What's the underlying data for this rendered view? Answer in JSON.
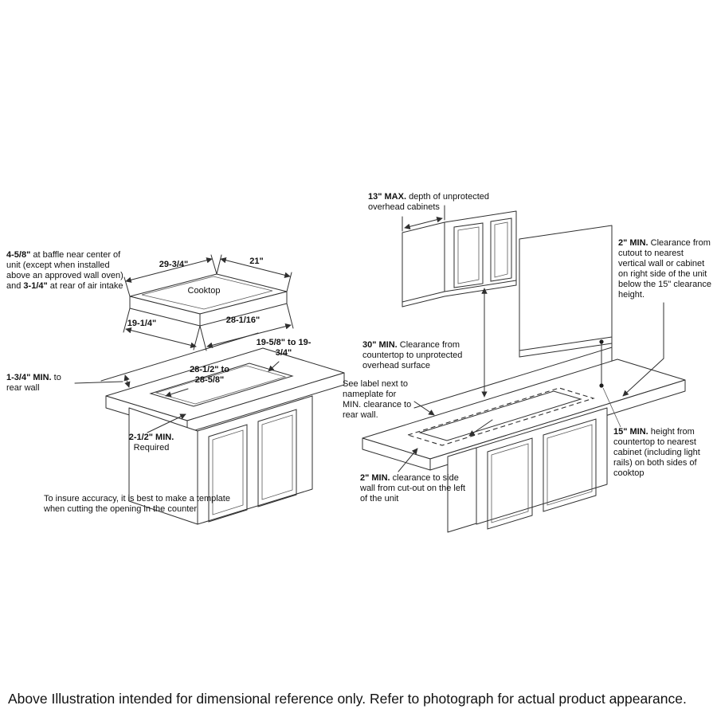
{
  "footer": "Above Illustration intended for dimensional reference only. Refer to photograph for actual product appearance.",
  "left": {
    "baffle": {
      "b1": "4-5/8\"",
      "t1": " at baffle near center of unit (except when installed above an approved wall oven) and ",
      "b2": "3-1/4\"",
      "t2": " at rear of air intake"
    },
    "cooktop": {
      "label": "Cooktop",
      "top_left": "29-3/4\"",
      "top_right": "21\"",
      "bottom_left": "19-1/4\"",
      "bottom_right": "28-1/16\""
    },
    "counter": {
      "depth": "19-5/8\" to 19-3/4\"",
      "width": "28-1/2\" to 28-5/8\"",
      "rear_b": "1-3/4\" MIN.",
      "rear_t": "to rear wall",
      "req_b": "2-1/2\" MIN.",
      "req_t": "Required",
      "note": "To insure accuracy, it is best to make a template when cutting the opening in the counter"
    }
  },
  "right": {
    "max13_b": "13\" MAX.",
    "max13_t": " depth of unprotected overhead cabinets",
    "min2r_b": "2\" MIN.",
    "min2r_t": " Clearance from cutout to nearest vertical wall or cabinet on right side of the unit below the 15\" clearance height.",
    "min30_b": "30\" MIN.",
    "min30_t": " Clearance from countertop to unprotected overhead surface",
    "see_label": "See label next to nameplate for MIN. clearance to rear wall.",
    "min15_b": "15\" MIN.",
    "min15_t": " height from countertop to nearest cabinet (including light rails) on both sides of cooktop",
    "min2l_b": "2\" MIN.",
    "min2l_t": " clearance to side wall from cut-out on the left of the unit"
  }
}
